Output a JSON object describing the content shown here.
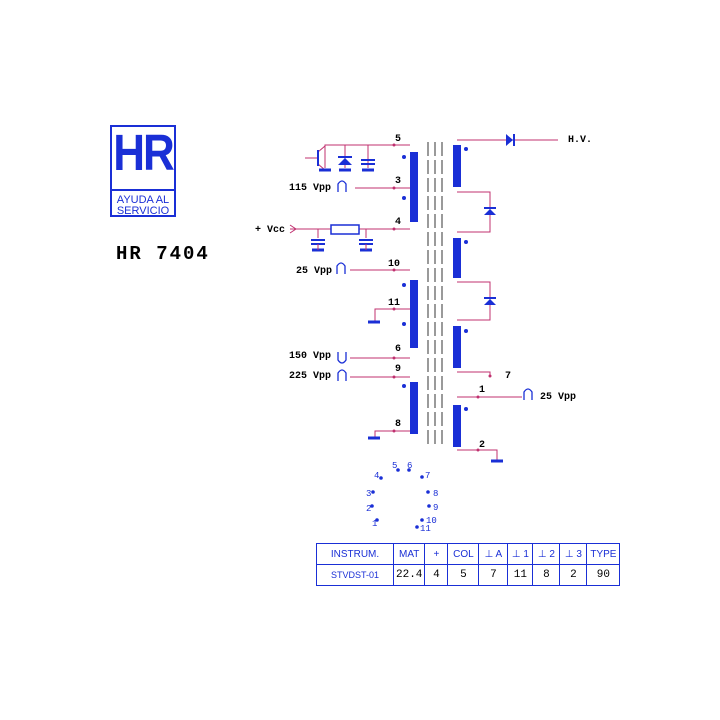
{
  "logo": {
    "letters": "HR",
    "line1": "AYUDA AL",
    "line2": "SERVICIO"
  },
  "model": "HR 7404",
  "labels": {
    "hv": "H.V.",
    "vcc": "+ Vcc",
    "vpp115": "115 Vpp",
    "vpp25a": "25 Vpp",
    "vpp150": "150 Vpp",
    "vpp225": "225 Vpp",
    "vpp25b": "25 Vpp"
  },
  "pins": {
    "p5": "5",
    "p3": "3",
    "p4": "4",
    "p10": "10",
    "p11": "11",
    "p6": "6",
    "p9": "9",
    "p8": "8",
    "p7": "7",
    "p1": "1",
    "p2": "2"
  },
  "socket": [
    "1",
    "2",
    "3",
    "4",
    "5",
    "6",
    "7",
    "8",
    "9",
    "10",
    "11"
  ],
  "spec_table": {
    "headers": [
      "INSTRUM.",
      "MAT",
      "+",
      "COL",
      "⊥ A",
      "⊥ 1",
      "⊥ 2",
      "⊥ 3",
      "TYPE"
    ],
    "values": [
      "STVDST-01",
      "22.4",
      "4",
      "5",
      "7",
      "11",
      "8",
      "2",
      "90"
    ]
  },
  "colors": {
    "blue": "#1a2fd6",
    "wire": "#c0306f",
    "core": "#9a9a9a"
  }
}
